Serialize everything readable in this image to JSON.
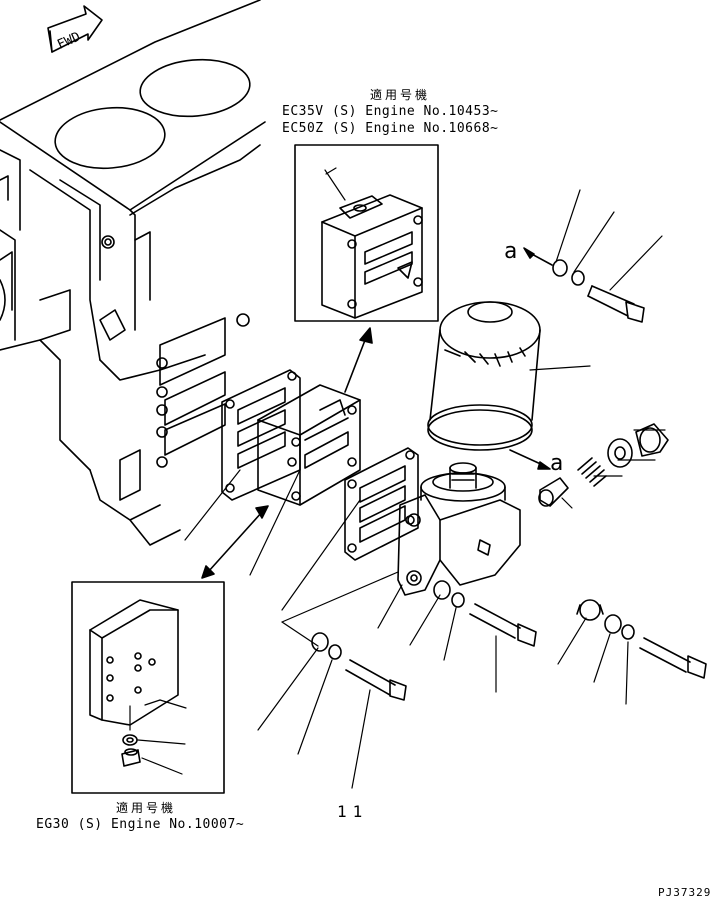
{
  "diagram": {
    "fwd_label": "FWD",
    "top_inset": {
      "heading": "適用号機",
      "lines": [
        "EC35V (S) Engine No.10453~",
        "EC50Z (S) Engine No.10668~"
      ]
    },
    "bottom_inset": {
      "heading": "適用号機",
      "line": "EG30 (S) Engine No.10007~"
    },
    "callout_a_top": "a",
    "callout_a_mid": "a",
    "group_label": "11",
    "drawing_code": "PJ37329"
  },
  "colors": {
    "ink": "#000000",
    "paper": "#ffffff"
  }
}
